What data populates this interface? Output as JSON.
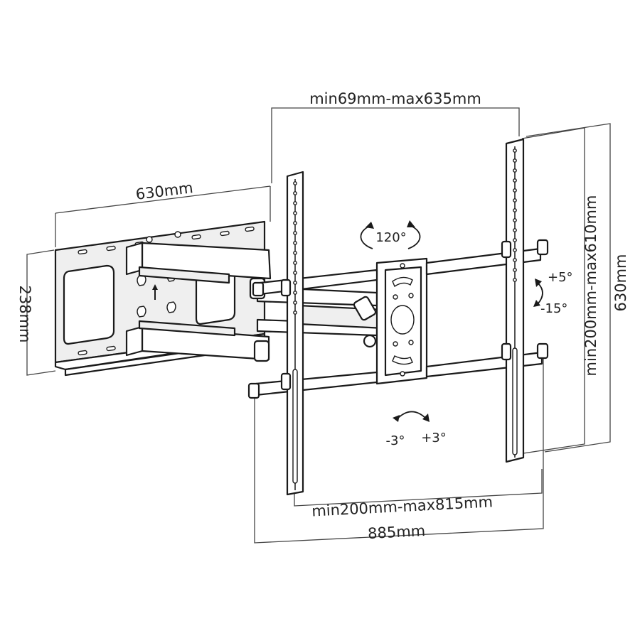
{
  "dimensions": {
    "vesa_horizontal": "min69mm-max635mm",
    "arm_extension": "630mm",
    "wall_plate_height": "238mm",
    "vesa_vertical": "min200mm-max610mm",
    "overall_height": "630mm",
    "rail_span": "min200mm-max815mm",
    "overall_width": "885mm"
  },
  "adjustments": {
    "swivel": "120°",
    "tilt_up": "+5°",
    "tilt_down": "-15°",
    "level_left": "-3°",
    "level_right": "+3°"
  }
}
